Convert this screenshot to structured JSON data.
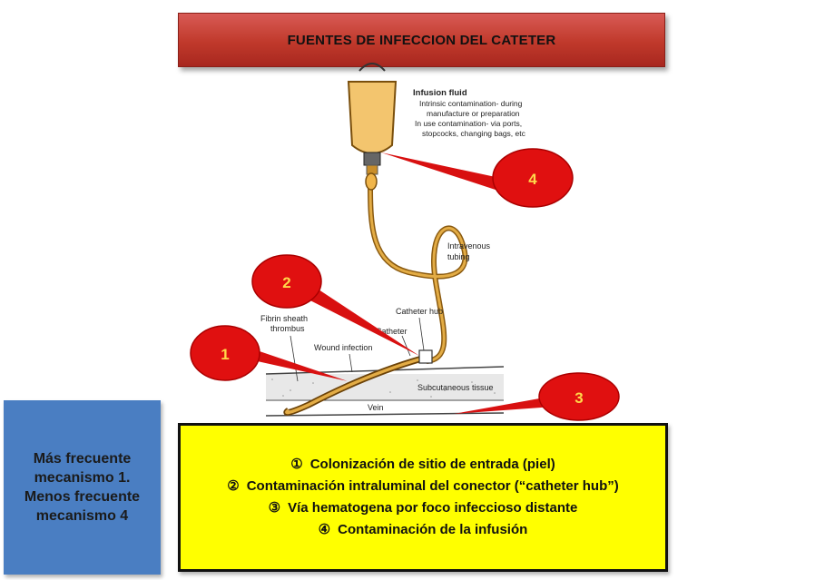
{
  "title": "FUENTES DE INFECCION DEL CATETER",
  "infusion": {
    "heading": "Infusion fluid",
    "lines": [
      "Intrinsic contamination- during",
      "manufacture or preparation",
      "In use contamination- via ports,",
      "stopcocks, changing bags, etc"
    ]
  },
  "labels": {
    "tubing_1": "Intravenous",
    "tubing_2": "tubing",
    "hub": "Catheter hub",
    "catheter": "Catheter",
    "fibrin_1": "Fibrin sheath",
    "fibrin_2": "thrombus",
    "wound": "Wound infection",
    "subcutaneous": "Subcutaneous tissue",
    "vein": "Vein"
  },
  "callouts": [
    "1",
    "2",
    "3",
    "4"
  ],
  "side_note": "Más frecuente mecanismo 1. Menos frecuente mecanismo 4",
  "legend": [
    {
      "num": "①",
      "text": "Colonización de sitio de entrada (piel)"
    },
    {
      "num": "②",
      "text": "Contaminación intraluminal del conector (“catheter hub”)"
    },
    {
      "num": "③",
      "text": "Vía hematogena por foco infeccioso distante"
    },
    {
      "num": "④",
      "text": "Contaminación de la infusión"
    }
  ],
  "colors": {
    "title_bg": "#c0392b",
    "callout": "#e01010",
    "callout_text": "#ffd84a",
    "legend_bg": "#ffff00",
    "side_bg": "#4a7ec2",
    "tubing": "#d9a035"
  }
}
